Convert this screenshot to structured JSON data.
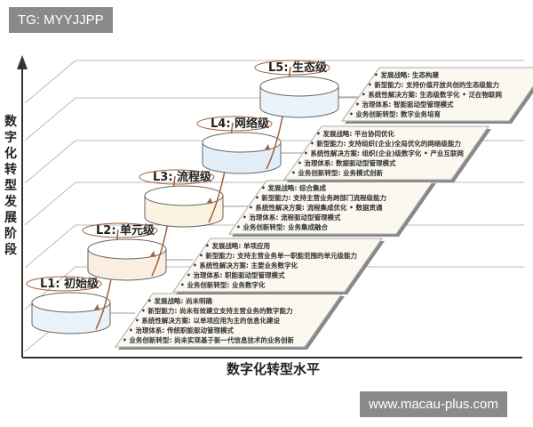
{
  "watermark_top": "TG: MYYJJPP",
  "watermark_bottom": "www.macau-plus.com",
  "y_axis_title": "数字化转型发展阶段",
  "x_axis_title": "数字化转型水平",
  "levels": [
    {
      "label": "L1: 初始级",
      "fill": "#e8f2f8",
      "items": [
        "• 发展战略: 尚未明确",
        "• 新型能力: 尚未有效建立支持主营业务的数字能力",
        "• 系统性解决方案: 以单项应用为主的信息化建设",
        "• 治理体系: 传统职能驱动管理模式",
        "• 业务创新转型: 尚未实现基于新一代信息技术的业务创新"
      ]
    },
    {
      "label": "L2: 单元级",
      "fill": "#fbeee0",
      "items": [
        "• 发展战略: 单项应用",
        "• 新型能力: 支持主营业务单一职能范围的单元级能力",
        "• 系统性解决方案: 主要业务数字化",
        "• 治理体系: 职能驱动型管理模式",
        "• 业务创新转型: 业务数字化"
      ]
    },
    {
      "label": "L3: 流程级",
      "fill": "#fbf3e2",
      "items": [
        "• 发展战略: 综合集成",
        "• 新型能力: 支持主营业务跨部门流程级能力",
        "• 系统性解决方案: 流程集成优化 • 数据贯通",
        "• 治理体系: 流程驱动型管理模式",
        "• 业务创新转型: 业务集成融合"
      ]
    },
    {
      "label": "L4: 网络级",
      "fill": "#e3eff8",
      "items": [
        "• 发展战略: 平台协同优化",
        "• 新型能力: 支持组织(企业)全局优化的网络级能力",
        "• 系统性解决方案: 组织(企业)级数字化 • 产业互联网",
        "• 治理体系: 数据驱动型管理模式",
        "• 业务创新转型: 业务模式创新"
      ]
    },
    {
      "label": "L5: 生态级",
      "fill": "#eaf3fa",
      "items": [
        "• 发展战略: 生态构建",
        "• 新型能力: 支持价值开放共创的生态级能力",
        "• 系统性解决方案: 生态级数字化 • 泛在物联网",
        "• 治理体系: 智能驱动型管理模式",
        "• 业务创新转型: 数字业务培育"
      ]
    }
  ],
  "colors": {
    "arrow": "#a0603a",
    "axis": "#333333",
    "panel": "#fbf8ef"
  }
}
